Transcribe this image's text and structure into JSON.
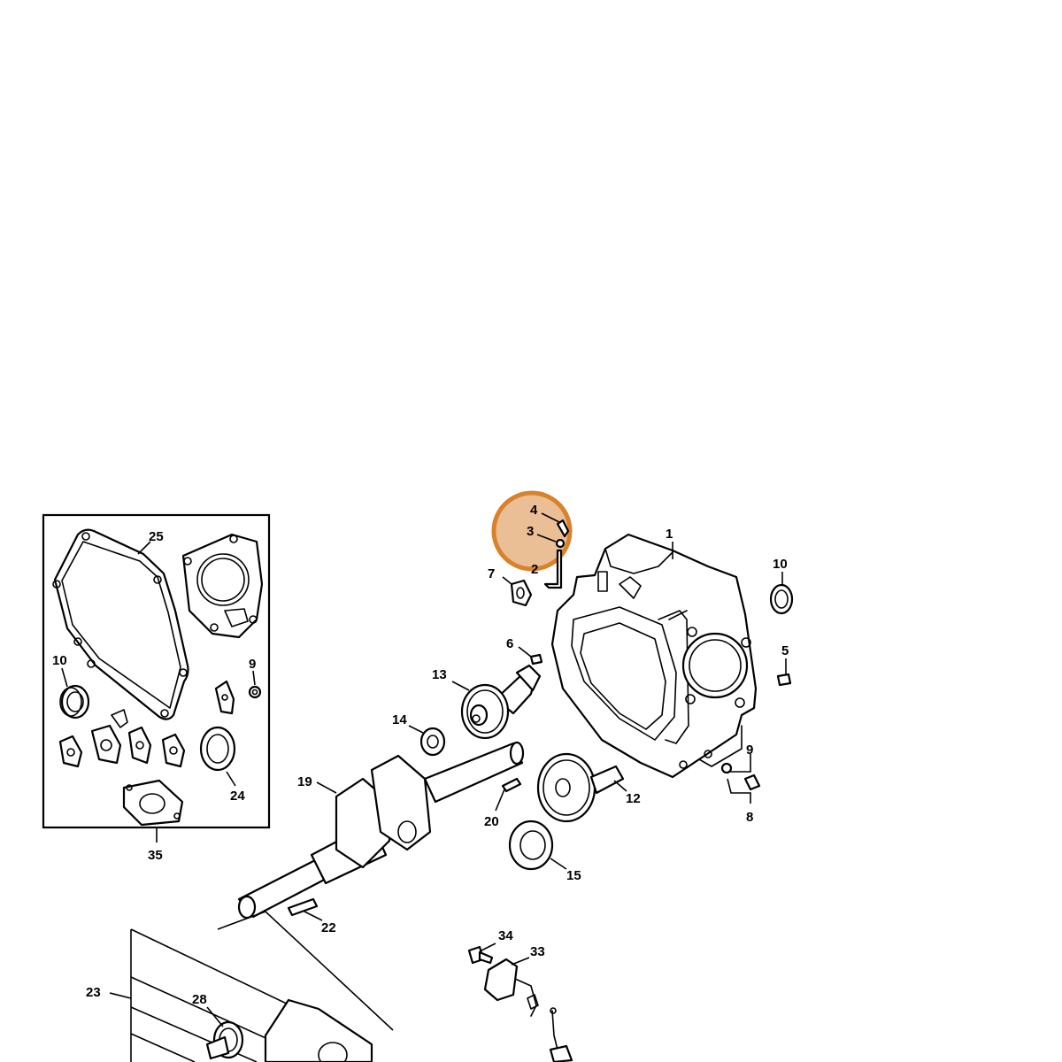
{
  "diagram": {
    "labels": {
      "p1": "1",
      "p2": "2",
      "p3": "3",
      "p4": "4",
      "p5": "5",
      "p6": "6",
      "p7": "7",
      "p8": "8",
      "p9a": "9",
      "p9b": "9",
      "p10a": "10",
      "p10b": "10",
      "p12": "12",
      "p13": "13",
      "p14": "14",
      "p15": "15",
      "p19": "19",
      "p20": "20",
      "p22": "22",
      "p23": "23",
      "p24": "24",
      "p25": "25",
      "p28": "28",
      "p33": "33",
      "p34": "34",
      "p35": "35"
    },
    "highlight_color": "#d98b3e"
  }
}
